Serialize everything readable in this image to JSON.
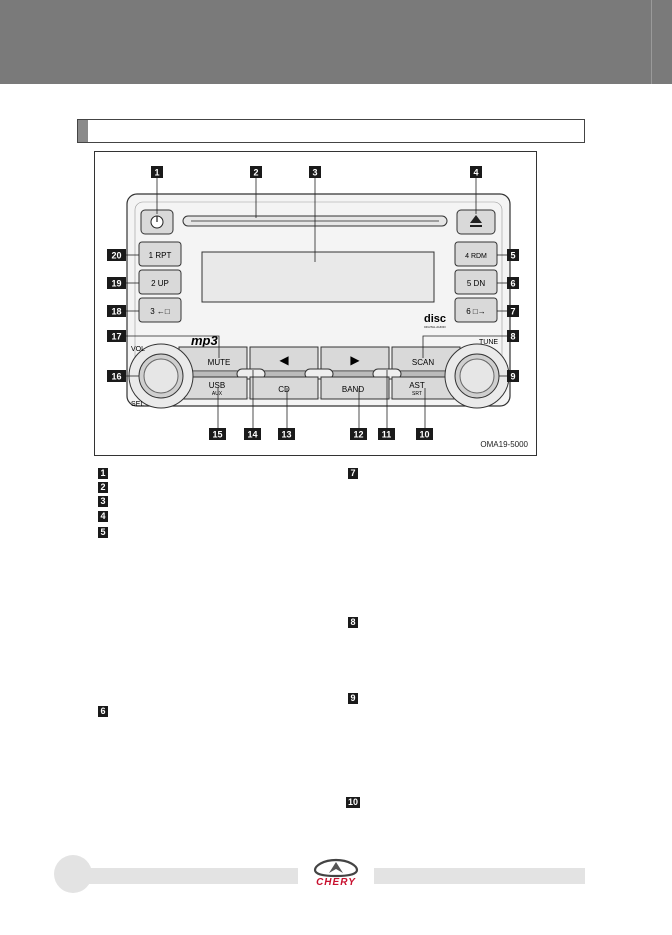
{
  "diagram": {
    "code": "OMA19-5000",
    "panel_labels": {
      "vol": "VOL",
      "sel": "SEL",
      "tune": "TUNE",
      "mp3": "mp3",
      "disc": "disc",
      "disc_sub": "DIGITAL AUDIO"
    },
    "buttons": {
      "rpt": "1 RPT",
      "up": "2 UP",
      "b3": "3 ←□",
      "rdm": "4 RDM",
      "dn": "5 DN",
      "b6": "6 □→",
      "mute": "MUTE",
      "prev": "◀",
      "next": "▶",
      "scan": "SCAN",
      "usb": "USB",
      "usb_sub": "AUX",
      "cd": "CD",
      "band": "BAND",
      "ast": "AST",
      "ast_sub": "SRT"
    },
    "callouts": [
      "1",
      "2",
      "3",
      "4",
      "5",
      "6",
      "7",
      "8",
      "9",
      "10",
      "11",
      "12",
      "13",
      "14",
      "15",
      "16",
      "17",
      "18",
      "19",
      "20"
    ]
  },
  "legend": {
    "left": [
      "1",
      "2",
      "3",
      "4",
      "5",
      "6"
    ],
    "right": [
      "7",
      "8",
      "9",
      "10"
    ]
  },
  "footer": {
    "brand": "CHERY"
  }
}
